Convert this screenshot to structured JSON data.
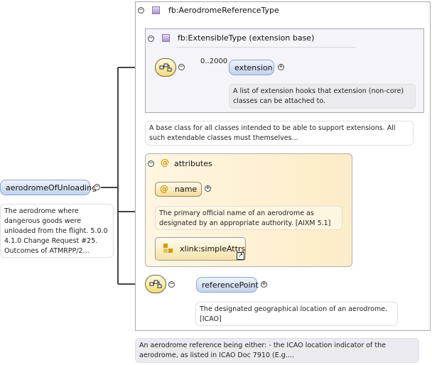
{
  "root": {
    "name": "aerodromeOfUnloading",
    "description": "The aerodrome where dangerous goods were unloaded from the flight. 5.0.0 4.1.0 Change Request #25. Outcomes of ATMRPP/2..."
  },
  "type_box": {
    "title": "fb:AerodromeReferenceType",
    "description": "An aerodrome reference being either: - the ICAO location indicator of the aerodrome, as listed in ICAO Doc 7910 (E.g...."
  },
  "base_box": {
    "title": "fb:ExtensibleType (extension base)",
    "description": "A base class for all classes intended to be able to support extensions. All such extendable classes must themselves...",
    "element": {
      "name": "extension",
      "cardinality": "0..2000",
      "description": "A list of extension hooks that extension (non-core) classes can be attached to."
    }
  },
  "attributes_box": {
    "title": "attributes",
    "at_symbol": "@",
    "name_attr": {
      "name": "name",
      "description": "The primary official name of an aerodrome as designated by an appropriate authority. [AIXM 5.1]"
    },
    "group": {
      "name": "xlink:simpleAttrs"
    }
  },
  "reference_point": {
    "name": "referencePoint",
    "description": "The designated geographical location of an aerodrome. [ICAO]"
  },
  "symbols": {
    "minus": "−",
    "plus": "+"
  }
}
